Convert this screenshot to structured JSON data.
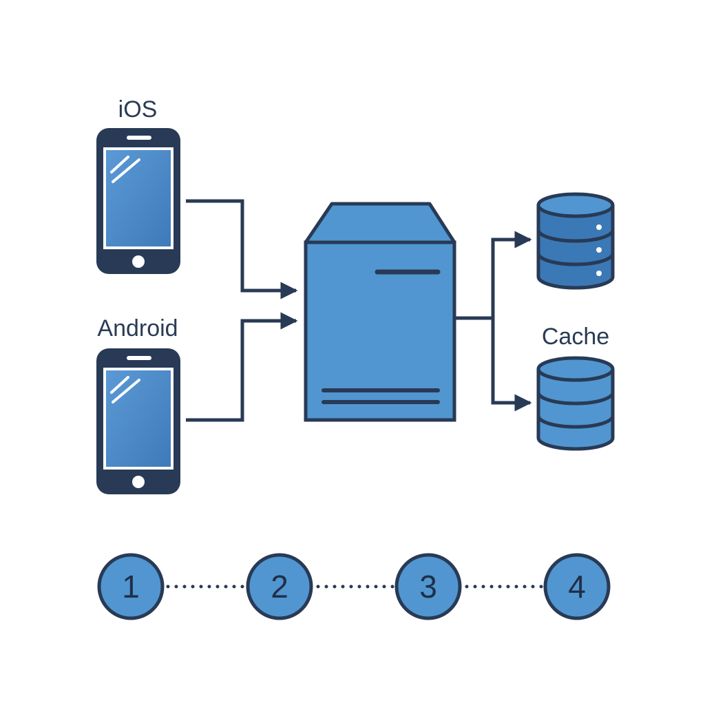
{
  "clients": [
    {
      "label": "iOS"
    },
    {
      "label": "Android"
    }
  ],
  "stores": [
    {
      "label": ""
    },
    {
      "label": "Cache"
    }
  ],
  "steps": [
    "1",
    "2",
    "3",
    "4"
  ],
  "colors": {
    "outline": "#283a55",
    "fill": "#5196d0",
    "fill_dark": "#3b78b6",
    "screen_light": "#5b9ad6",
    "background": "#ffffff"
  },
  "icons": {
    "client": "smartphone-icon",
    "server": "server-icon",
    "store": "database-icon"
  }
}
